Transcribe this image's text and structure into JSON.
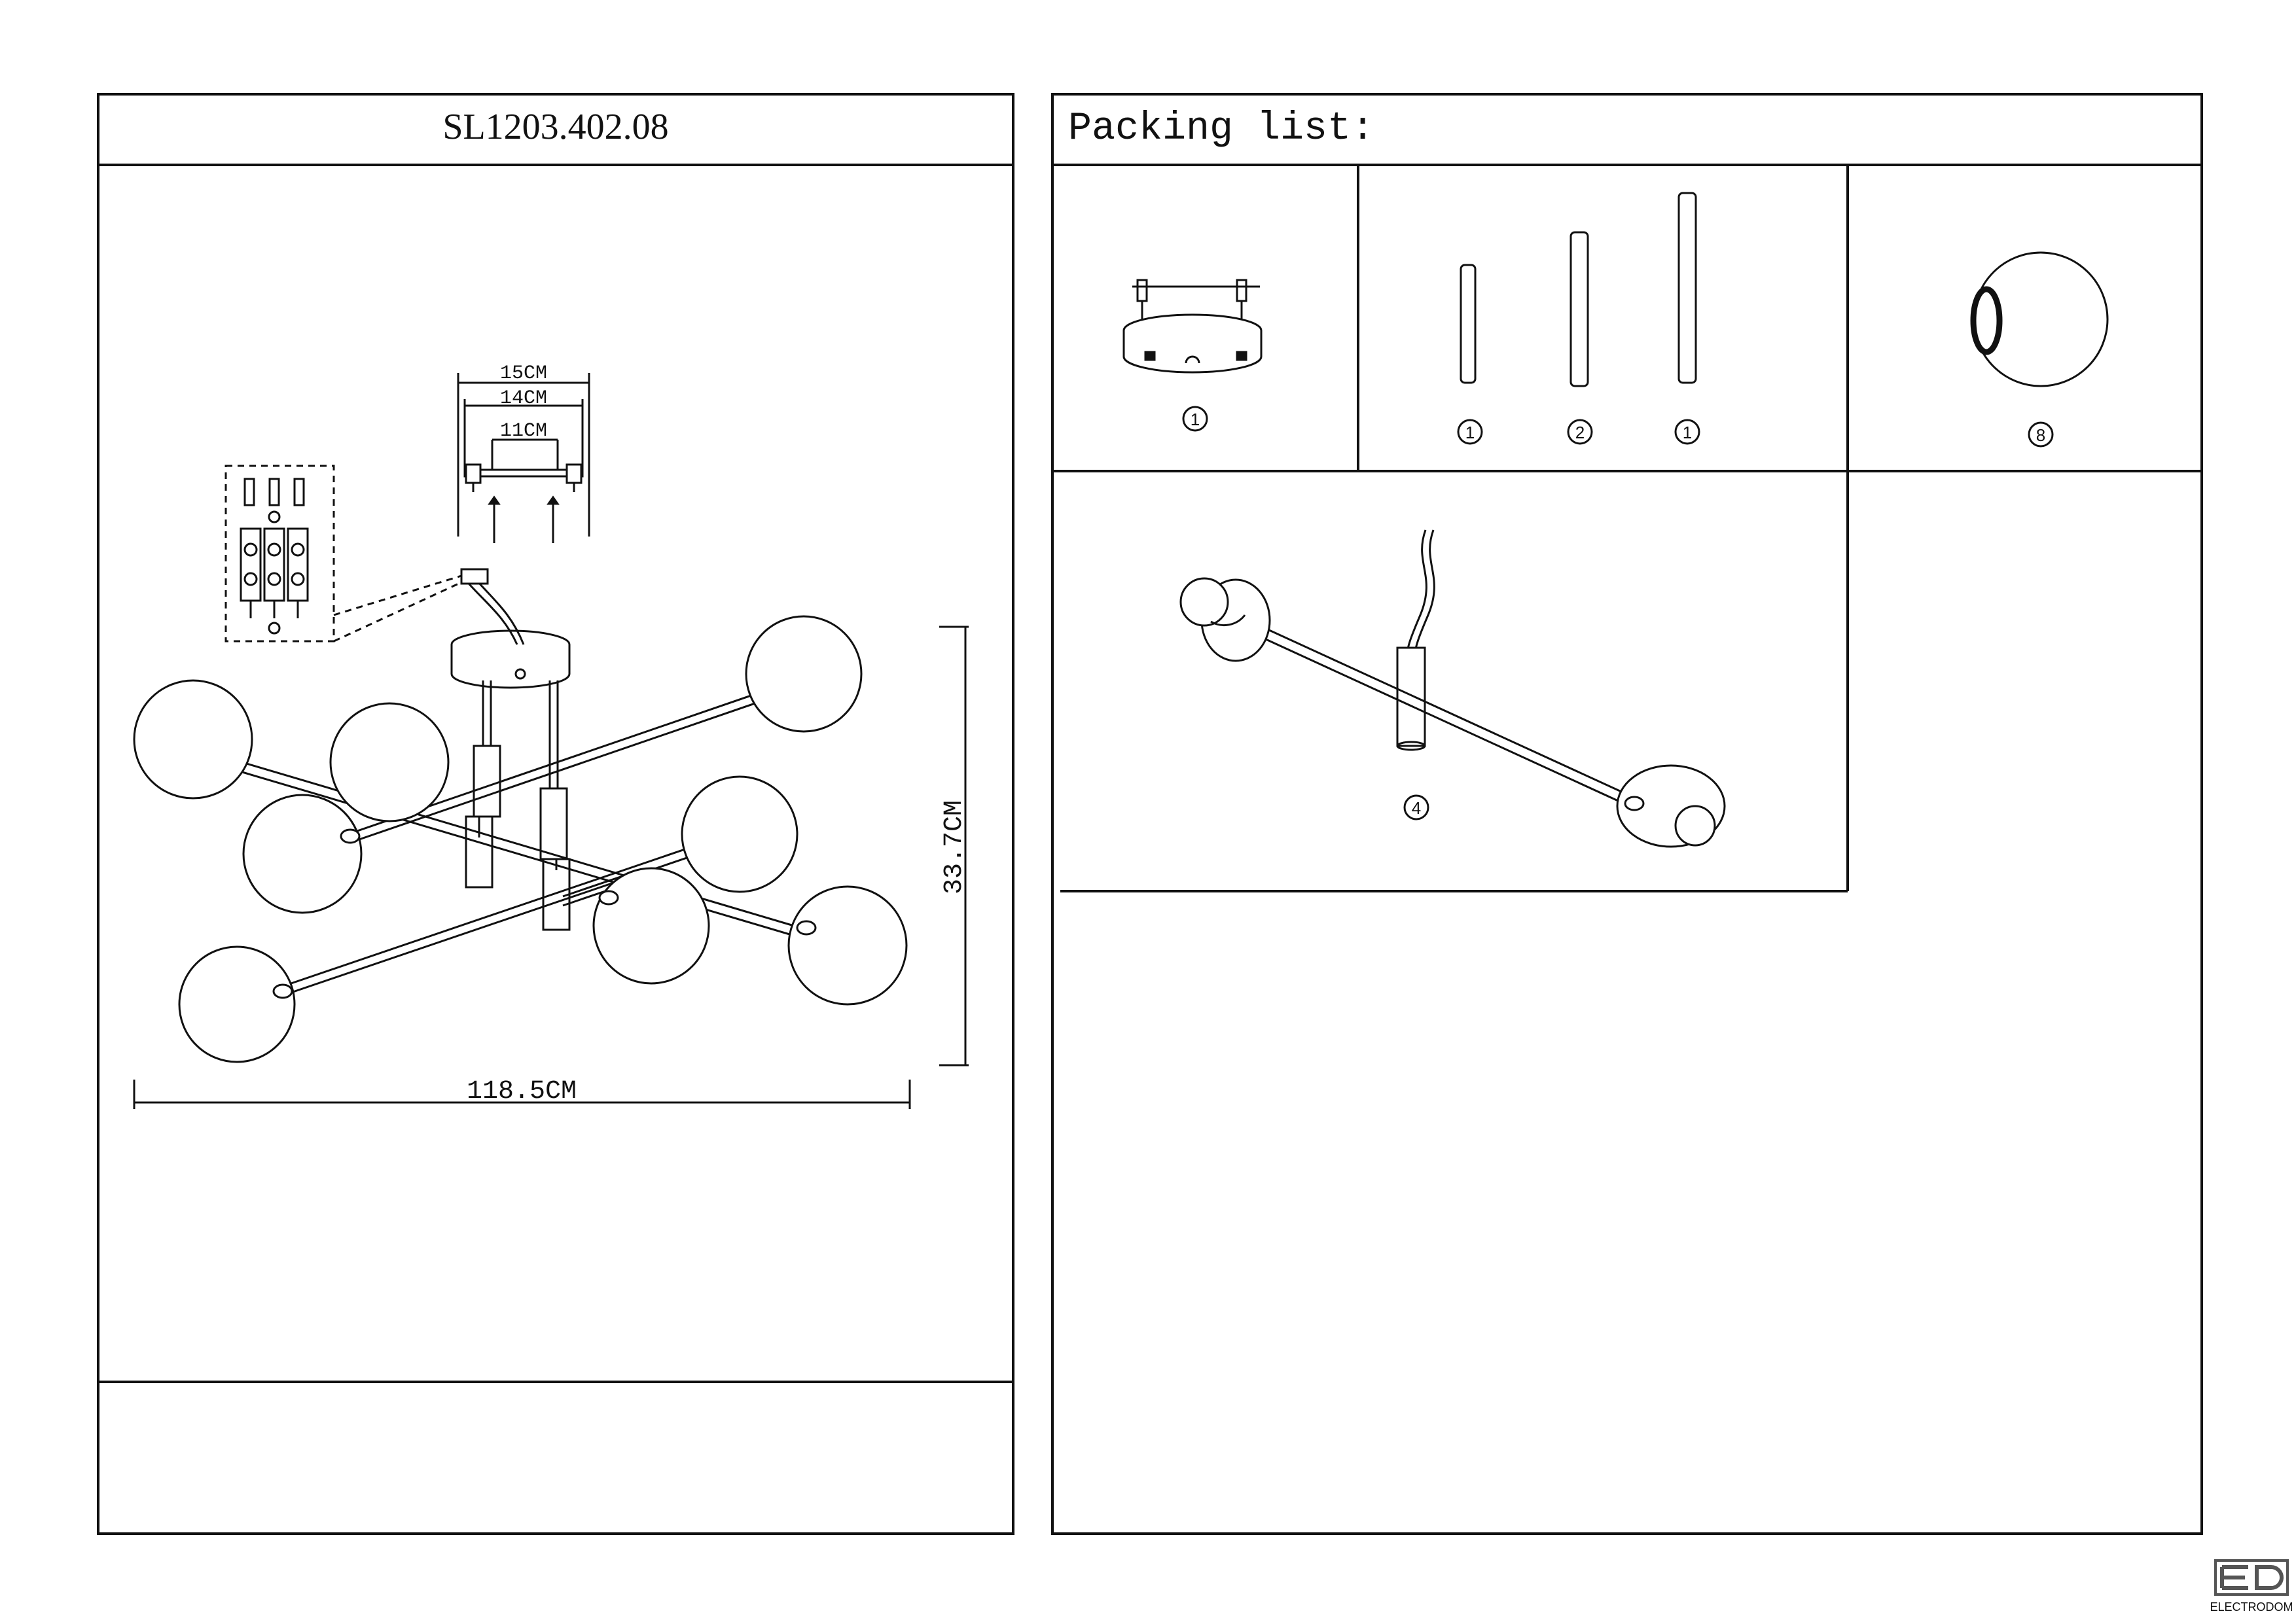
{
  "left_panel": {
    "title": "SL1203.402.08",
    "dimensions": {
      "width": "118.5CM",
      "height": "33.7CM",
      "plate_outer": "15CM",
      "plate_inner": "14CM",
      "bracket": "11CM"
    }
  },
  "right_panel": {
    "title": "Packing list:",
    "items": {
      "ceiling_plate_qty": "1",
      "rod_short_qty": "1",
      "rod_medium_qty": "2",
      "rod_long_qty": "1",
      "glass_shade_qty": "8",
      "arm_assembly_qty": "4"
    }
  },
  "logo": {
    "text": "ELECTRODOM"
  }
}
